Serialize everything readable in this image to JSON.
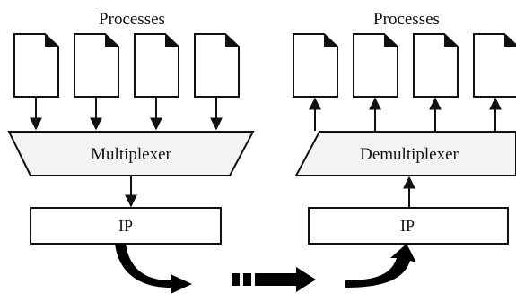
{
  "left": {
    "heading": "Processes",
    "box_label": "Multiplexer",
    "layer_label": "IP",
    "process_count": 4
  },
  "right": {
    "heading": "Processes",
    "box_label": "Demultiplexer",
    "layer_label": "IP",
    "process_count": 4
  },
  "colors": {
    "stroke": "#111111",
    "page_fill": "#ffffff",
    "arrow_fill": "#000000",
    "mux_fill": "#f3f3f3"
  }
}
